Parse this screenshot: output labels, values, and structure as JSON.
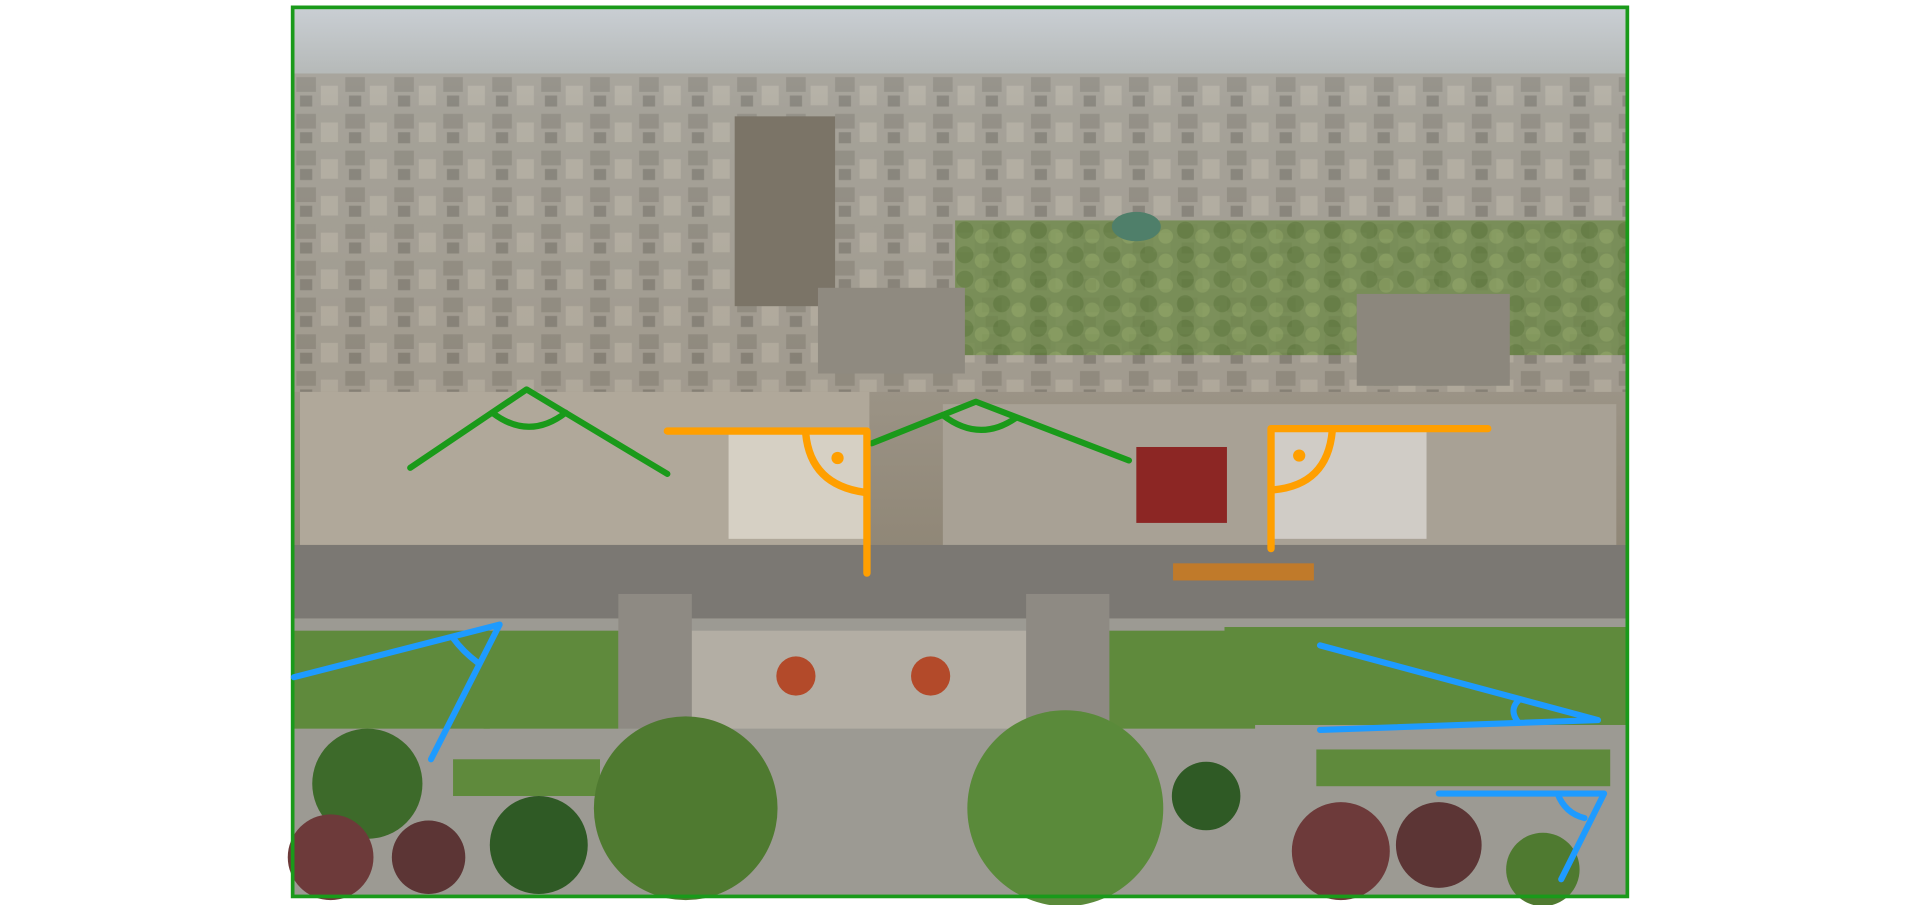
{
  "image": {
    "kind": "aerial city photograph with geometric angle annotations",
    "frame_color": "#1a9a1a"
  },
  "annotations": {
    "colors": {
      "green": "#1a9a1a",
      "orange": "#ff9f00",
      "blue": "#1e9bff"
    },
    "groups": [
      {
        "type": "obtuse-angle",
        "color": "green",
        "count": 2
      },
      {
        "type": "right-angle",
        "color": "orange",
        "count": 2
      },
      {
        "type": "acute-angle",
        "color": "blue",
        "count": 3
      }
    ]
  }
}
